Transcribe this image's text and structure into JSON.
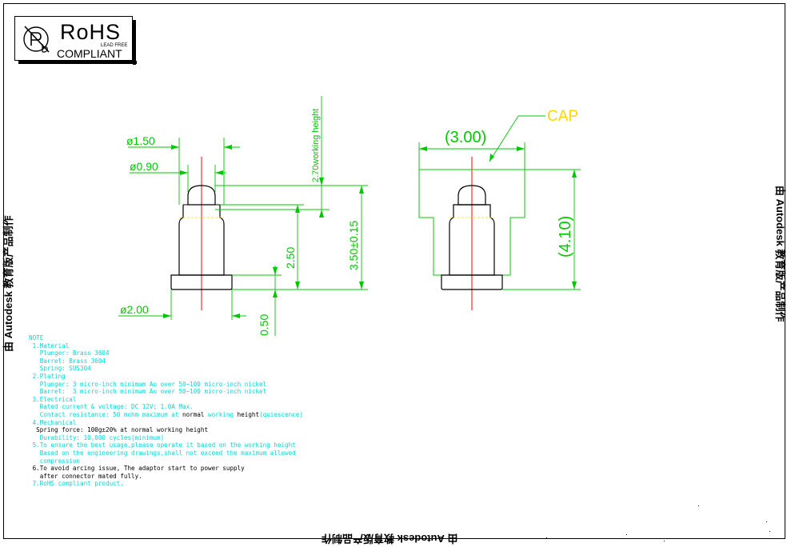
{
  "rohs": {
    "title": "RoHS",
    "lead_free": "LEAD FREE",
    "compliant": "COMPLIANT"
  },
  "watermark": {
    "left": "由 Autodesk 教育版产品制作",
    "right": "由 Autodesk 教育版产品制作",
    "bottom": "由 Autodesk 教育版产品制作"
  },
  "dimensions": {
    "d150": "ø1.50",
    "d090": "ø0.90",
    "d200": "ø2.00",
    "working_height": "2.70working height",
    "h250": "2.50",
    "h350": "3.50±0.15",
    "h050": "0.50",
    "cap_width": "(3.00)",
    "cap_height": "(4.10)",
    "cap_label": "CAP"
  },
  "notes": {
    "heading": "NOTE",
    "l1": " 1.Material",
    "l2": "   Plunger: Brass 3604",
    "l3": "   Barrel: Brass 3604",
    "l4": "   Spring: SUS304",
    "l5": " 2.Plating",
    "l6": "   Plunger: 3 micro-inch minimum Au over 50~100 micro-inch nickel",
    "l7": "   Barrel:  3 micro-inch minimum Au over 50~100 micro-inch nickel",
    "l8": " 3.Electrical",
    "l9": "   Rated current & voltage: DC 12V; 1.0A Max.",
    "l10a": "   Contact resistance: 50 mohm maximum at ",
    "l10b": "normal",
    "l10c": " working ",
    "l10d": "height",
    "l10e": "(quiescence)",
    "l11": " 4.Mechanical",
    "l12": "  Spring force: 100g±20% at normal working height",
    "l13": "   Durability: 10,000 cycles(minimum)",
    "l14": " 5.To ensure the best usage,please operate it based on the working height",
    "l15": "   Based on the engineering drawings,shall not exceed the maximum allowed",
    "l16": "   compression",
    "l17": " 6.To avoid arcing issue, The adaptor start to power supply",
    "l18": "   after connector mated fully.",
    "l19": " 7.RoHS compliant product."
  },
  "colors": {
    "dimension": "#00c800",
    "centerline": "#ff0000",
    "body": "#000000",
    "note_text": "#00d8d8",
    "cap_label": "#ffd700"
  }
}
